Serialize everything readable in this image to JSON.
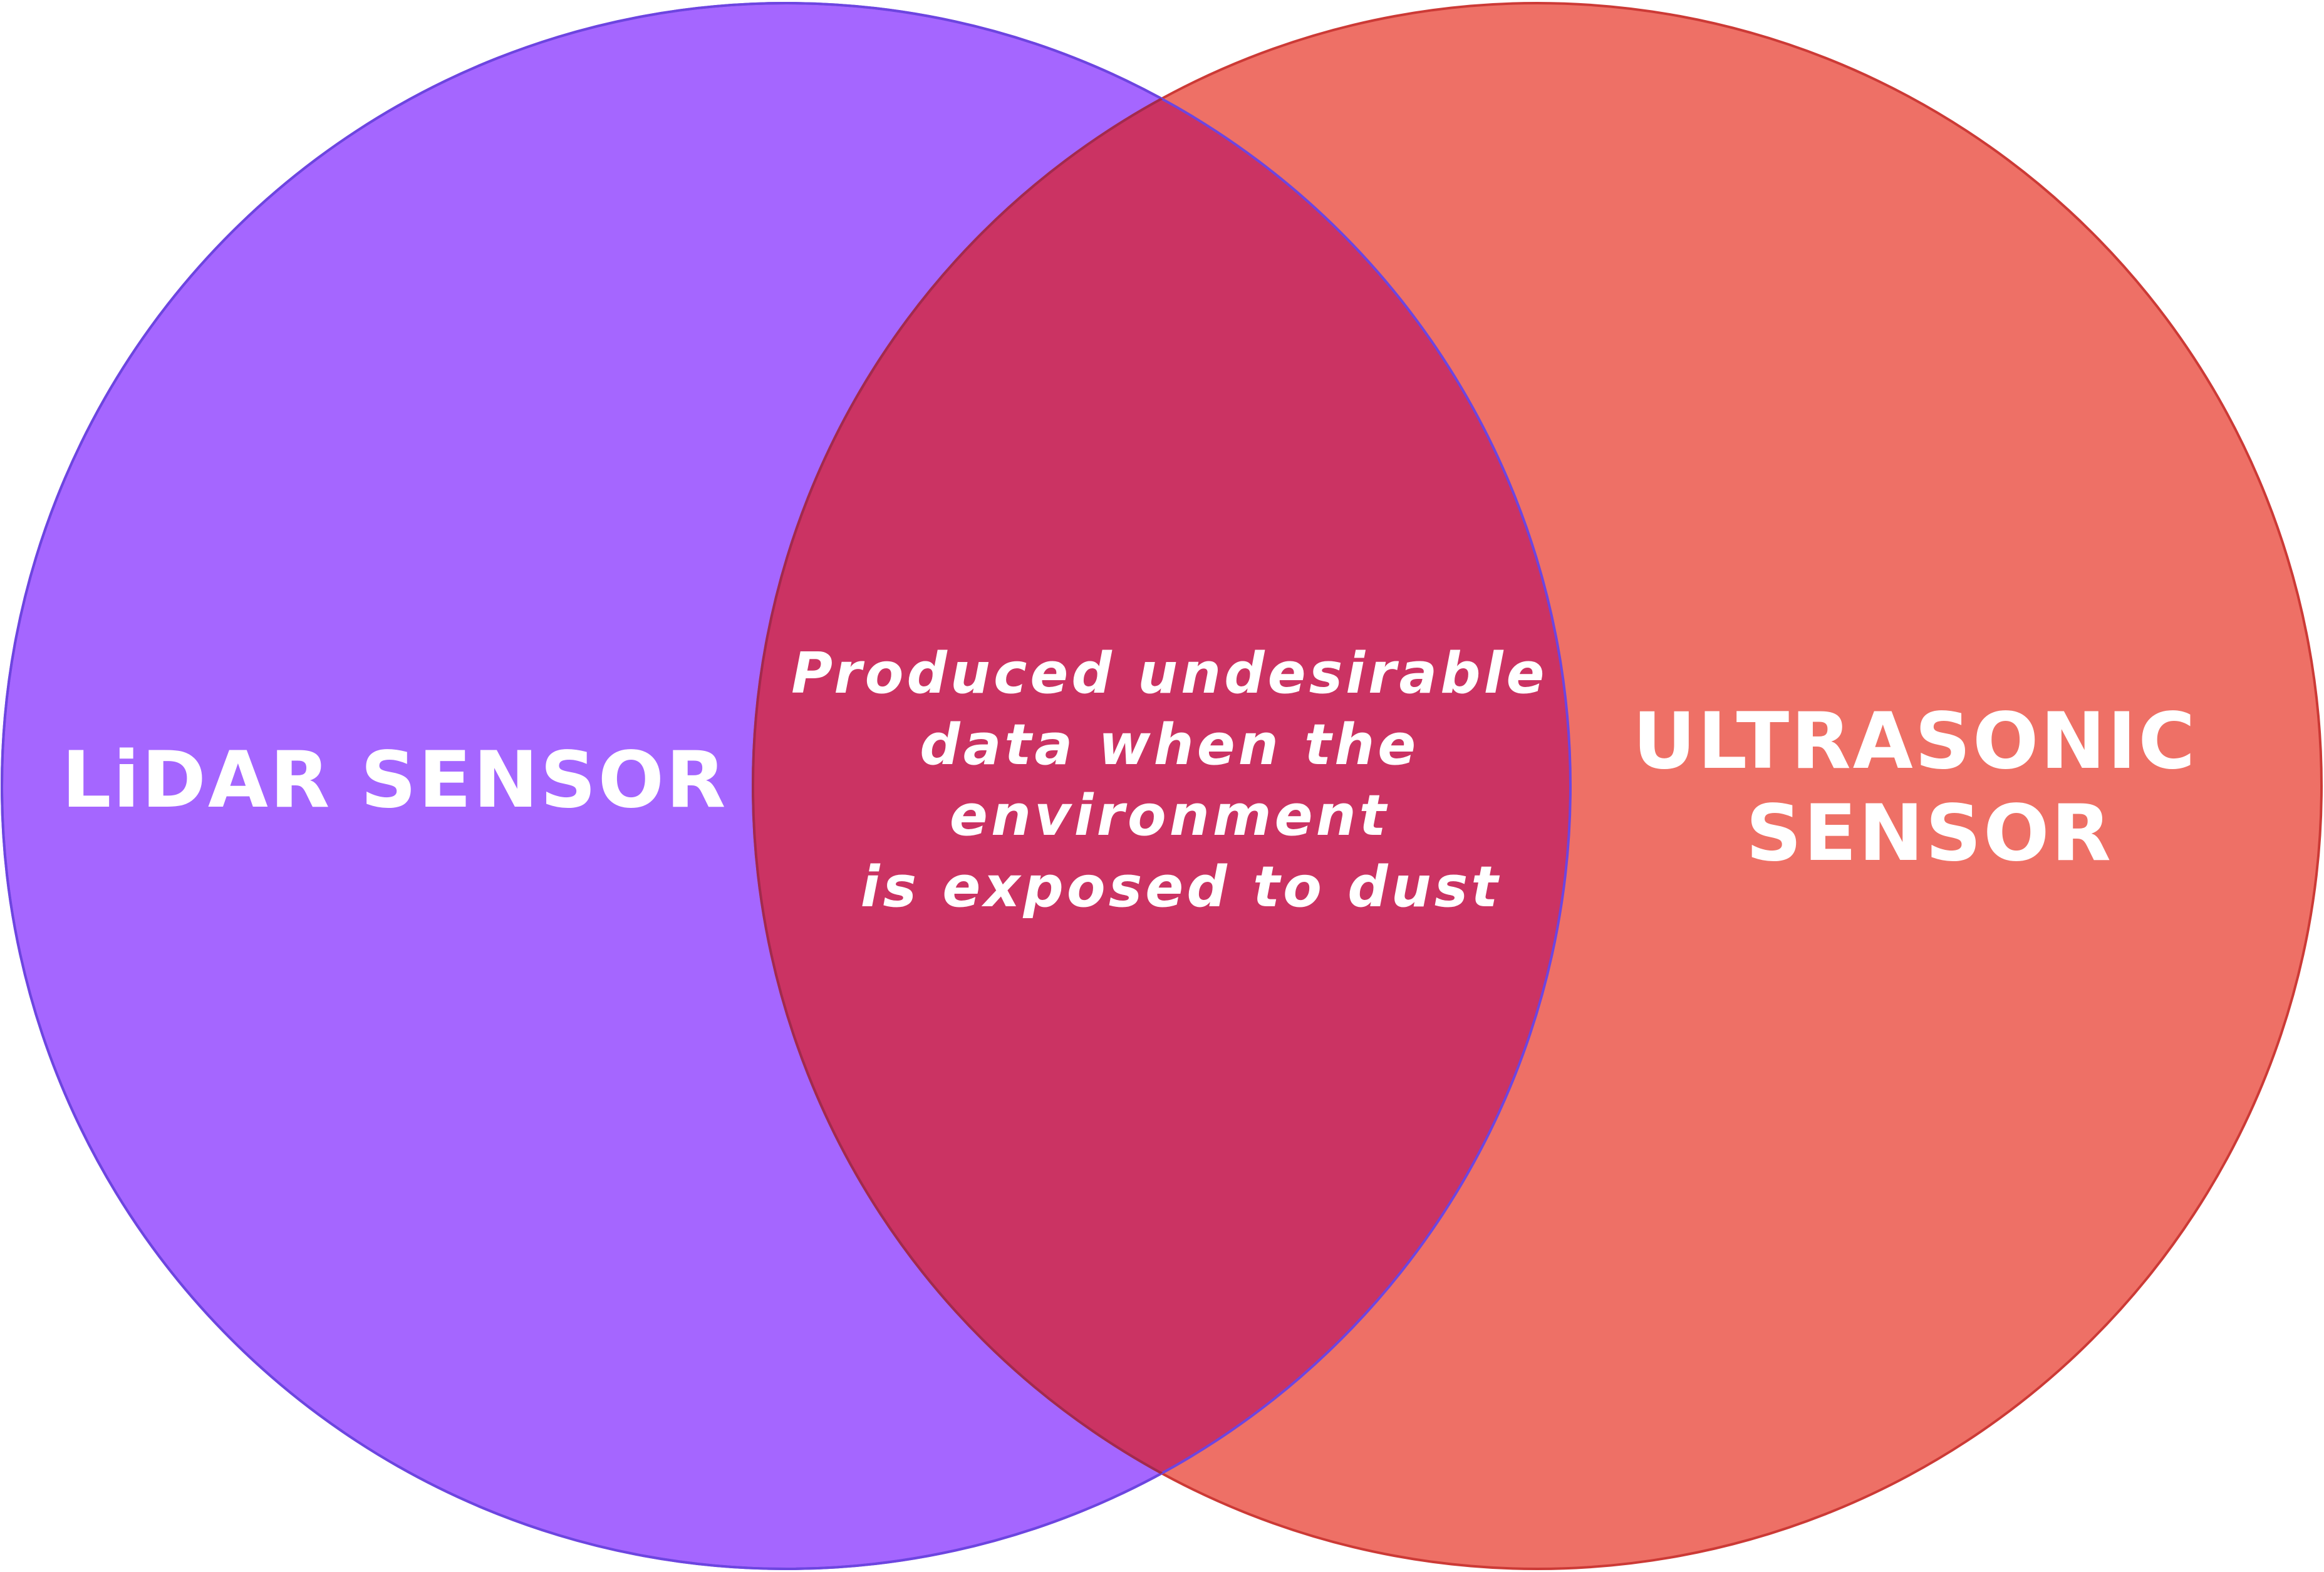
{
  "diagram": {
    "type": "venn",
    "sets": [
      {
        "id": "left",
        "label_lines": [
          "LiDAR SENSOR"
        ],
        "fill": "#a566ff",
        "stroke": "#6d45e0"
      },
      {
        "id": "right",
        "label_lines": [
          "ULTRASONIC",
          "SENSOR"
        ],
        "fill": "#ee7066",
        "stroke": "#cc3a36"
      }
    ],
    "intersection": {
      "label_lines": [
        "Produced undesirable",
        "data when the",
        "environment",
        "is exposed to dust"
      ],
      "fill": "#cb3363",
      "stroke": "#a22a4e"
    }
  }
}
